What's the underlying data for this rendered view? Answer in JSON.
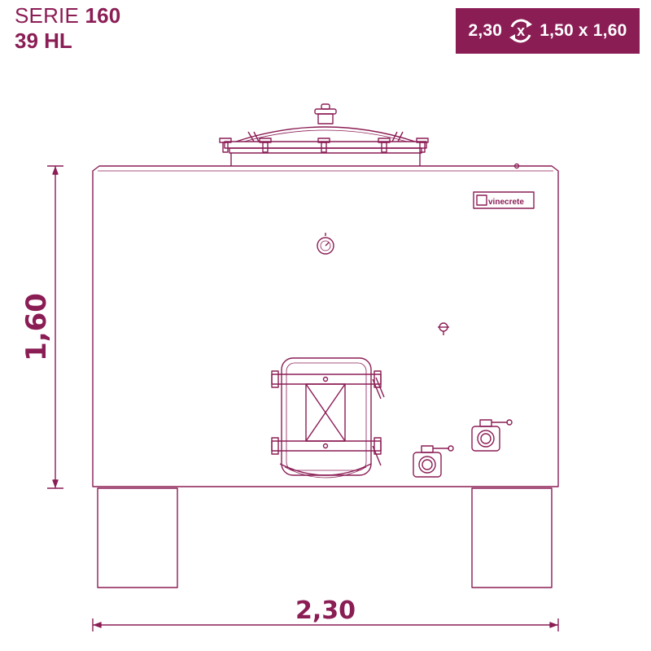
{
  "header": {
    "series_prefix": "SERIE",
    "series_number": "160",
    "capacity": "39 HL"
  },
  "badge": {
    "length": "2,30",
    "cross": "x",
    "rest": "1,50 x 1,60",
    "icon": "swap-arrows-icon"
  },
  "drawing": {
    "height_label": "1,60",
    "width_label": "2,30",
    "brand_logo": "vinecrete"
  },
  "colors": {
    "brand": "#8b1d55",
    "line": "#8b1d55",
    "background": "#ffffff"
  }
}
